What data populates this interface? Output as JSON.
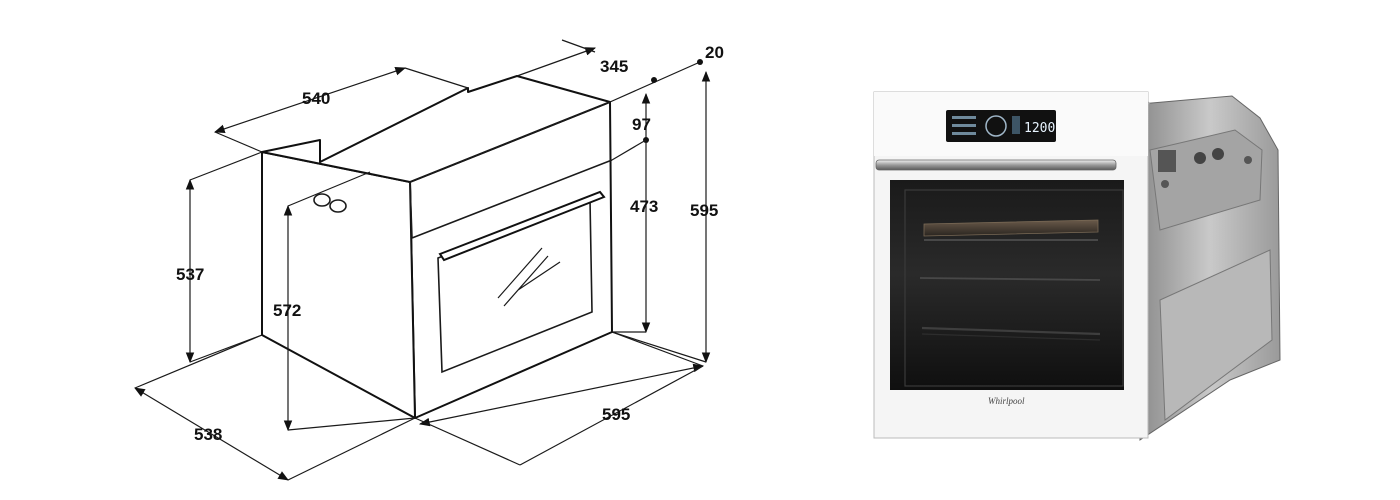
{
  "diagram": {
    "dimensions": {
      "top_depth": "540",
      "top_offset": "345",
      "front_gap": "20",
      "top_panel": "97",
      "cavity_height": "473",
      "total_height": "595",
      "side_height": "537",
      "inner_height": "572",
      "side_depth": "538",
      "front_width": "595"
    }
  },
  "photo": {
    "display_time": "1200",
    "brand": "Whirlpool"
  }
}
